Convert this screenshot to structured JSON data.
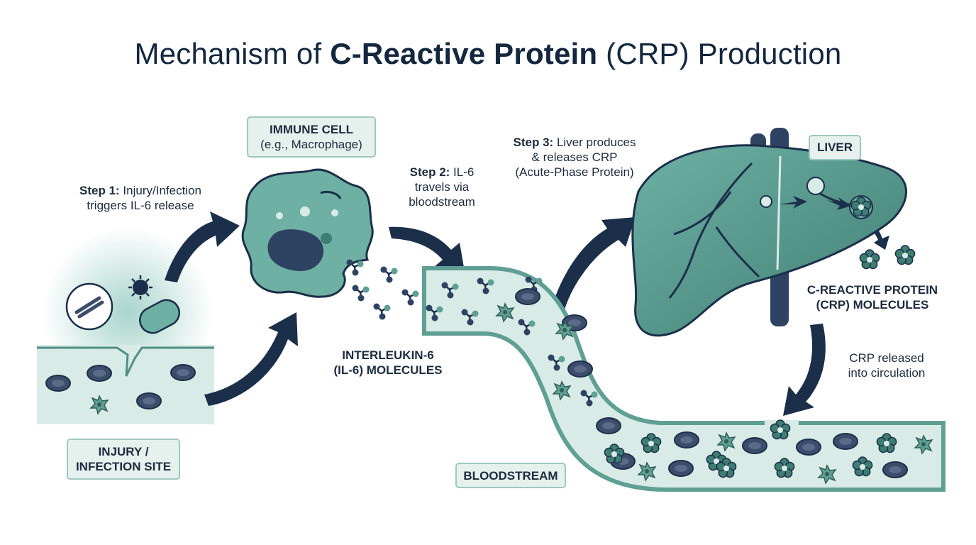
{
  "title": {
    "pre": "Mechanism of ",
    "bold": "C-Reactive Protein",
    "post": " (CRP) Production"
  },
  "steps": {
    "step1": {
      "label": "Step 1:",
      "text_line1": " Injury/Infection",
      "text_line2": "triggers IL-6 release"
    },
    "step2": {
      "label": "Step 2:",
      "text_line1": " IL-6",
      "text_line2": "travels via",
      "text_line3": "bloodstream"
    },
    "step3": {
      "label": "Step 3:",
      "text_line1": " Liver produces",
      "text_line2": "& releases CRP",
      "text_line3": "(Acute-Phase Protein)"
    }
  },
  "labels": {
    "immune_cell_title": "IMMUNE CELL",
    "immune_cell_subtitle": "(e.g., Macrophage)",
    "liver": "LIVER",
    "injury_line1": "INJURY /",
    "injury_line2": "INFECTION SITE",
    "bloodstream": "BLOODSTREAM",
    "il6_line1": "INTERLEUKIN-6",
    "il6_line2": "(IL-6) MOLECULES",
    "crp_line1": "C-REACTIVE PROTEIN",
    "crp_line2": "(CRP) MOLECULES",
    "release_line1": "CRP released",
    "release_line2": "into circulation"
  },
  "colors": {
    "teal": "#5f9f94",
    "teal_dark": "#3e7d72",
    "teal_light": "#d9ebe7",
    "navy": "#1b2f4a",
    "navy_cell": "#3c4d6b",
    "label_bg": "#e6f1ee",
    "label_border": "#9ec8bf"
  }
}
